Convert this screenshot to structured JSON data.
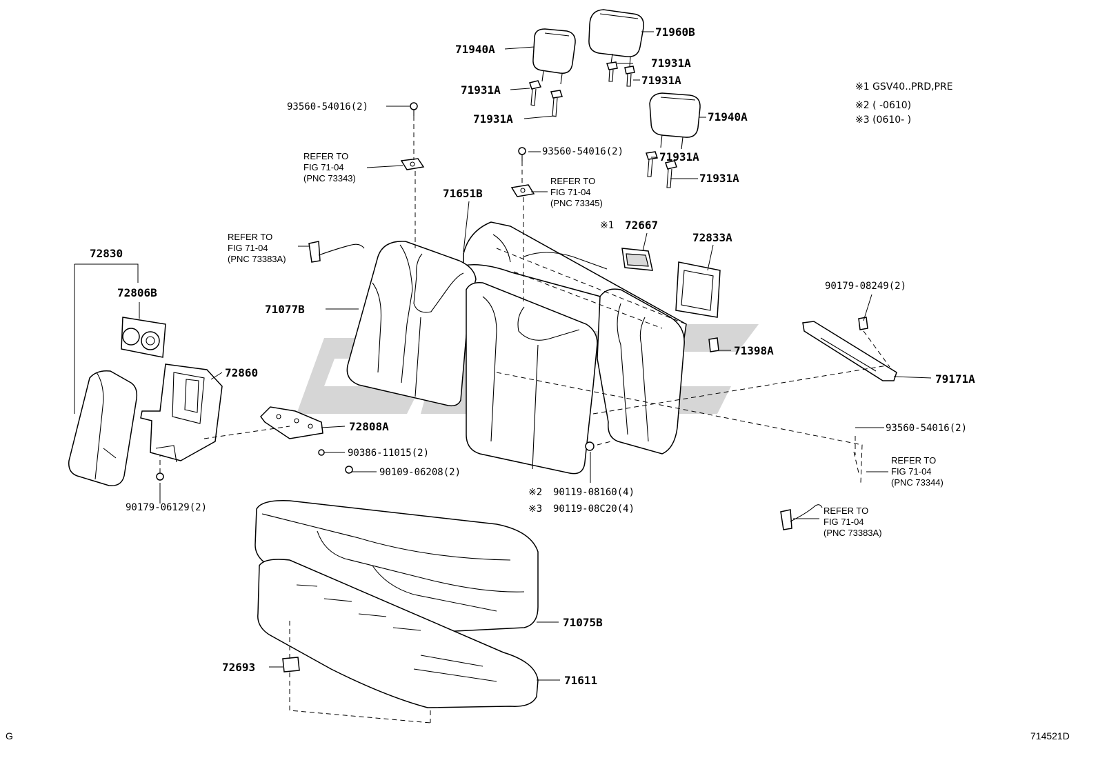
{
  "notes": {
    "n1": "※1  GSV40..PRD,PRE",
    "n2": "※2  (      -0610)",
    "n3": "※3  (0610-      )"
  },
  "refer": {
    "line1": "REFER TO",
    "line2": "FIG 71-04",
    "pnc_73343": "(PNC 73343)",
    "pnc_73345": "(PNC 73345)",
    "pnc_73383a": "(PNC 73383A)",
    "pnc_73344": "(PNC 73344)"
  },
  "labels": {
    "p71940a_top": "71940A",
    "p71960b": "71960B",
    "p71931a_1": "71931A",
    "p71931a_2": "71931A",
    "p71931a_3": "71931A",
    "p71931a_4": "71931A",
    "p71931a_5": "71931A",
    "p71931a_6": "71931A",
    "p71940a_right": "71940A",
    "p93560_top": "93560-54016(2)",
    "p93560_mid": "93560-54016(2)",
    "p93560_right": "93560-54016(2)",
    "p71651b": "71651B",
    "p72667": "72667",
    "mark_72667": "※1",
    "p72833a": "72833A",
    "p72830": "72830",
    "p72806b": "72806B",
    "p71077b": "71077B",
    "p72860": "72860",
    "p90179_08249": "90179-08249(2)",
    "p71398a": "71398A",
    "p79171a": "79171A",
    "p72808a": "72808A",
    "p90386": "90386-11015(2)",
    "p90109": "90109-06208(2)",
    "p90179_06129": "90179-06129(2)",
    "p90119_08160": "90119-08160(4)",
    "mark_08160": "※2",
    "p90119_08c20": "90119-08C20(4)",
    "mark_08c20": "※3",
    "p71075b": "71075B",
    "p72693": "72693",
    "p71611": "71611"
  },
  "corner": {
    "left": "G",
    "right": "714521D"
  }
}
